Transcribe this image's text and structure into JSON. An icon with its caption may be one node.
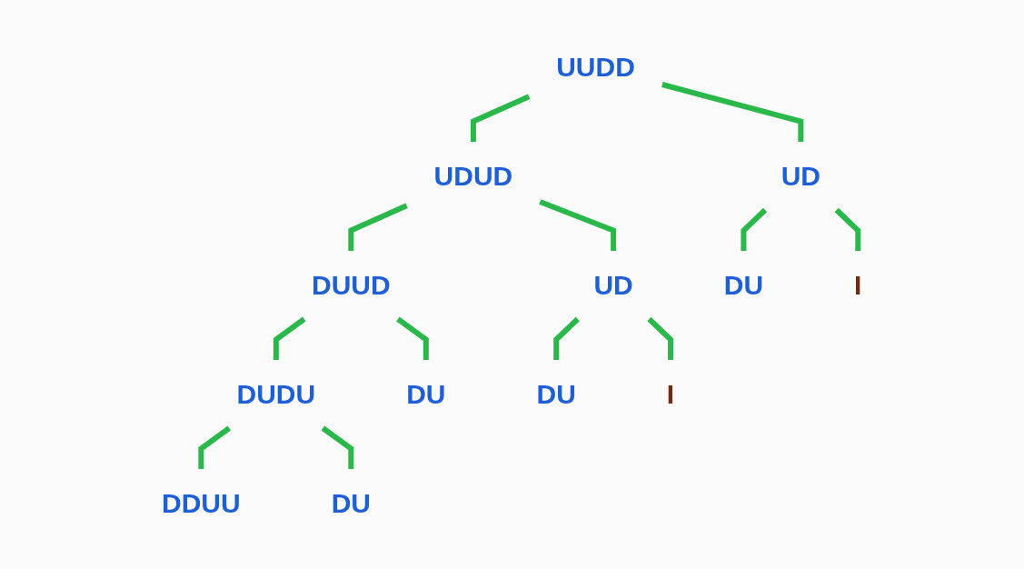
{
  "diagram": {
    "nodes": [
      {
        "text": [
          "UUDD"
        ]
      },
      {
        "text": [
          "UDUD"
        ]
      },
      {
        "text": [
          "UD"
        ]
      },
      {
        "text": [
          "DUUD"
        ]
      },
      {
        "text": [
          "UD"
        ]
      },
      {
        "text": [
          "DU"
        ]
      },
      {
        "text": [
          "I"
        ]
      },
      {
        "text": [
          "DUDU"
        ]
      },
      {
        "text": [
          "DU"
        ]
      },
      {
        "text": [
          "DU"
        ]
      },
      {
        "text": [
          "I"
        ]
      },
      {
        "text": [
          "DDUU"
        ]
      },
      {
        "text": [
          "DU"
        ]
      }
    ],
    "edges": [
      {
        "from": 0,
        "to": 1,
        "arrow": "none"
      },
      {
        "from": 0,
        "to": 2,
        "arrow": "none"
      },
      {
        "from": 1,
        "to": 3,
        "arrow": "none"
      },
      {
        "from": 1,
        "to": 4,
        "arrow": "none"
      },
      {
        "from": 2,
        "to": 5,
        "arrow": "none"
      },
      {
        "from": 2,
        "to": 6,
        "arrow": "none"
      },
      {
        "from": 3,
        "to": 7,
        "arrow": "none"
      },
      {
        "from": 3,
        "to": 8,
        "arrow": "none"
      },
      {
        "from": 4,
        "to": 9,
        "arrow": "none"
      },
      {
        "from": 4,
        "to": 10,
        "arrow": "none"
      },
      {
        "from": 7,
        "to": 11,
        "arrow": "none"
      },
      {
        "from": 7,
        "to": 12,
        "arrow": "none"
      }
    ]
  }
}
